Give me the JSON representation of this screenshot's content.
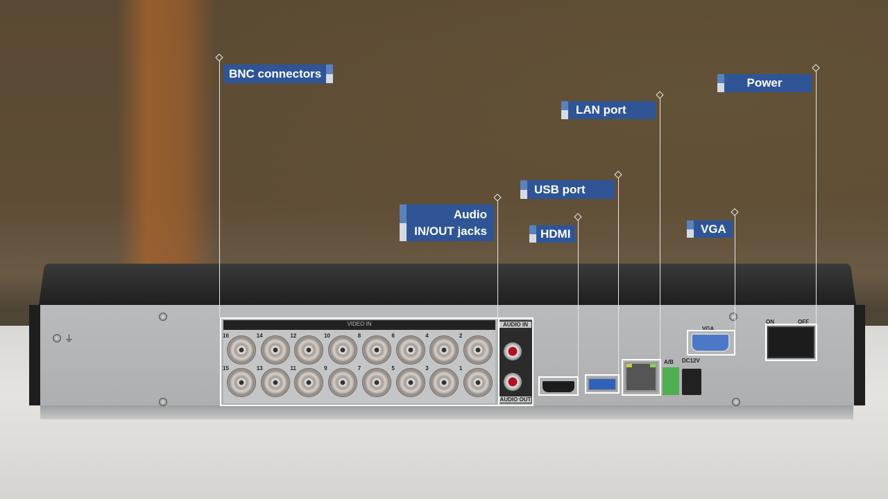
{
  "callouts": {
    "bnc": "BNC connectors",
    "audio_line1": "Audio",
    "audio_line2": "IN/OUT jacks",
    "hdmi": "HDMI",
    "usb": "USB port",
    "lan": "LAN port",
    "vga": "VGA",
    "power": "Power"
  },
  "device": {
    "video_in": "VIDEO IN",
    "audio_in": "AUDIO IN",
    "audio_out": "AUDIO OUT",
    "top_row": [
      "16",
      "14",
      "12",
      "10",
      "8",
      "6",
      "4",
      "2"
    ],
    "bottom_row": [
      "15",
      "13",
      "11",
      "9",
      "7",
      "5",
      "3",
      "1"
    ],
    "ab": "A/B",
    "dc": "DC12V",
    "vga": "VGA",
    "on": "ON",
    "off": "OFF"
  },
  "colors": {
    "label_bg": "#2f5597",
    "accent": "#5b82bd"
  }
}
